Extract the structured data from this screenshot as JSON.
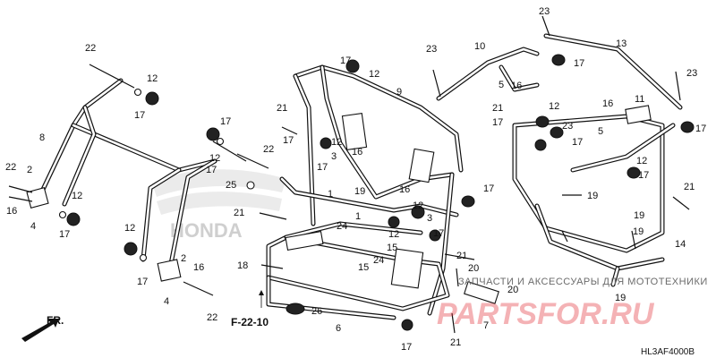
{
  "diagram": {
    "code": "HL3AF4000B",
    "reference": "F-22-10",
    "direction_label": "FR.",
    "watermark_text": "ЗАПЧАСТИ И АКСЕССУАРЫ ДЛЯ МОТОТЕХНИКИ",
    "watermark_logo": "PARTSFOR.RU",
    "brand_watermark": "HONDA",
    "callouts": [
      {
        "id": "c01",
        "text": "22"
      },
      {
        "id": "c02",
        "text": "12"
      },
      {
        "id": "c03",
        "text": "17"
      },
      {
        "id": "c04",
        "text": "8"
      },
      {
        "id": "c05",
        "text": "22"
      },
      {
        "id": "c06",
        "text": "2"
      },
      {
        "id": "c07",
        "text": "16"
      },
      {
        "id": "c08",
        "text": "4"
      },
      {
        "id": "c09",
        "text": "12"
      },
      {
        "id": "c10",
        "text": "17"
      },
      {
        "id": "c11",
        "text": "17"
      },
      {
        "id": "c12",
        "text": "12"
      },
      {
        "id": "c13",
        "text": "22"
      },
      {
        "id": "c14",
        "text": "17"
      },
      {
        "id": "c15",
        "text": "25"
      },
      {
        "id": "c16",
        "text": "21"
      },
      {
        "id": "c17",
        "text": "12"
      },
      {
        "id": "c18",
        "text": "17"
      },
      {
        "id": "c19",
        "text": "2"
      },
      {
        "id": "c20",
        "text": "16"
      },
      {
        "id": "c21",
        "text": "4"
      },
      {
        "id": "c22",
        "text": "22"
      },
      {
        "id": "c23",
        "text": "18"
      },
      {
        "id": "c24",
        "text": "17"
      },
      {
        "id": "c25",
        "text": "12"
      },
      {
        "id": "c26",
        "text": "9"
      },
      {
        "id": "c27",
        "text": "21"
      },
      {
        "id": "c28",
        "text": "17"
      },
      {
        "id": "c29",
        "text": "3"
      },
      {
        "id": "c30",
        "text": "12"
      },
      {
        "id": "c31",
        "text": "16"
      },
      {
        "id": "c32",
        "text": "1"
      },
      {
        "id": "c33",
        "text": "19"
      },
      {
        "id": "c34",
        "text": "16"
      },
      {
        "id": "c35",
        "text": "17"
      },
      {
        "id": "c36",
        "text": "17"
      },
      {
        "id": "c37",
        "text": "12"
      },
      {
        "id": "c38",
        "text": "3"
      },
      {
        "id": "c39",
        "text": "1"
      },
      {
        "id": "c40",
        "text": "24"
      },
      {
        "id": "c41",
        "text": "12"
      },
      {
        "id": "c42",
        "text": "17"
      },
      {
        "id": "c43",
        "text": "15"
      },
      {
        "id": "c44",
        "text": "24"
      },
      {
        "id": "c45",
        "text": "15"
      },
      {
        "id": "c46",
        "text": "21"
      },
      {
        "id": "c47",
        "text": "20"
      },
      {
        "id": "c48",
        "text": "20"
      },
      {
        "id": "c49",
        "text": "26"
      },
      {
        "id": "c50",
        "text": "6"
      },
      {
        "id": "c51",
        "text": "7"
      },
      {
        "id": "c52",
        "text": "17"
      },
      {
        "id": "c53",
        "text": "21"
      },
      {
        "id": "c54",
        "text": "23"
      },
      {
        "id": "c55",
        "text": "10"
      },
      {
        "id": "c56",
        "text": "5"
      },
      {
        "id": "c57",
        "text": "16"
      },
      {
        "id": "c58",
        "text": "17"
      },
      {
        "id": "c59",
        "text": "21"
      },
      {
        "id": "c60",
        "text": "12"
      },
      {
        "id": "c61",
        "text": "23"
      },
      {
        "id": "c62",
        "text": "5"
      },
      {
        "id": "c63",
        "text": "16"
      },
      {
        "id": "c64",
        "text": "11"
      },
      {
        "id": "c65",
        "text": "17"
      },
      {
        "id": "c66",
        "text": "23"
      },
      {
        "id": "c67",
        "text": "13"
      },
      {
        "id": "c68",
        "text": "17"
      },
      {
        "id": "c69",
        "text": "23"
      },
      {
        "id": "c70",
        "text": "17"
      },
      {
        "id": "c71",
        "text": "12"
      },
      {
        "id": "c72",
        "text": "17"
      },
      {
        "id": "c73",
        "text": "19"
      },
      {
        "id": "c74",
        "text": "21"
      },
      {
        "id": "c75",
        "text": "19"
      },
      {
        "id": "c76",
        "text": "19"
      },
      {
        "id": "c77",
        "text": "14"
      },
      {
        "id": "c78",
        "text": "19"
      }
    ]
  }
}
